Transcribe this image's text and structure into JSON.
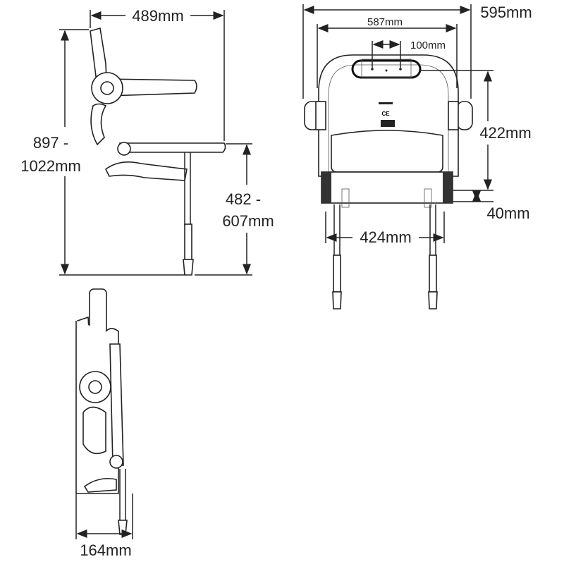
{
  "side_view": {
    "depth_label": "489mm",
    "height_label_line1": "897 -",
    "height_label_line2": "1022mm",
    "seat_height_line1": "482 -",
    "seat_height_line2": "607mm"
  },
  "front_view": {
    "overall_width_label": "595mm",
    "inner_width_label": "587mm",
    "fixing_spacing_label": "100mm",
    "back_height_label": "422mm",
    "frame_thickness_label": "40mm",
    "leg_spacing_label": "424mm"
  },
  "folded_view": {
    "folded_depth_label": "164mm"
  }
}
